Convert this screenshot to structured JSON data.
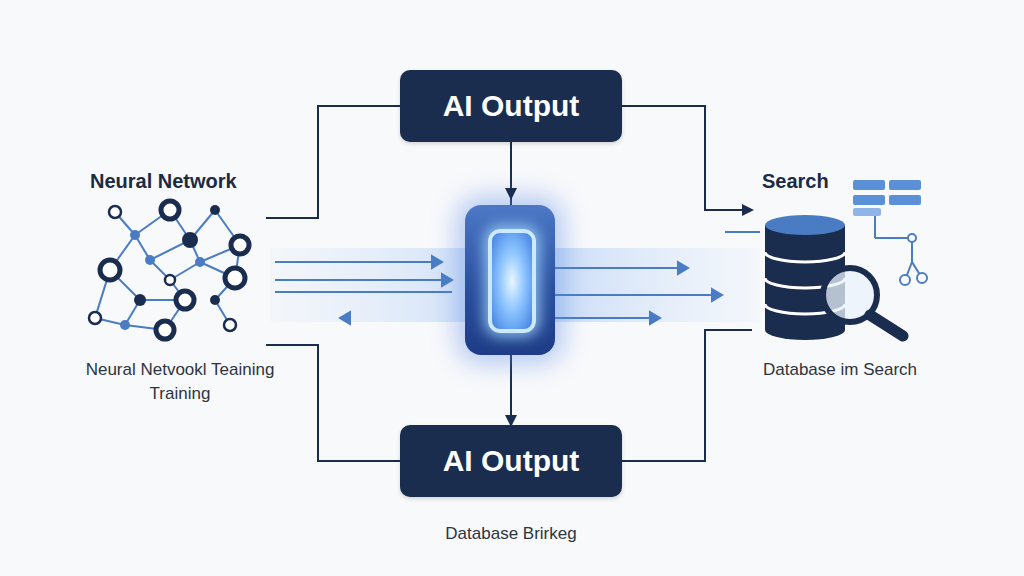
{
  "diagram": {
    "nodes": [
      {
        "text": [
          "AI Output"
        ]
      },
      {
        "text": [
          "Neural Network",
          "Neural Netvookl Teaining Training"
        ]
      },
      {
        "text": [
          "Search",
          "Database im Search"
        ]
      },
      {
        "text": [
          "AI Output"
        ]
      }
    ],
    "edges": [
      {
        "from": 0,
        "to": 1,
        "arrow": "none"
      },
      {
        "from": 0,
        "to": 2,
        "arrow": "to"
      },
      {
        "from": 0,
        "to": 3,
        "arrow": "to"
      },
      {
        "from": 3,
        "to": 1,
        "arrow": "none"
      },
      {
        "from": 3,
        "to": 2,
        "arrow": "none"
      }
    ],
    "labels": [
      "Database Brirkeg"
    ]
  }
}
